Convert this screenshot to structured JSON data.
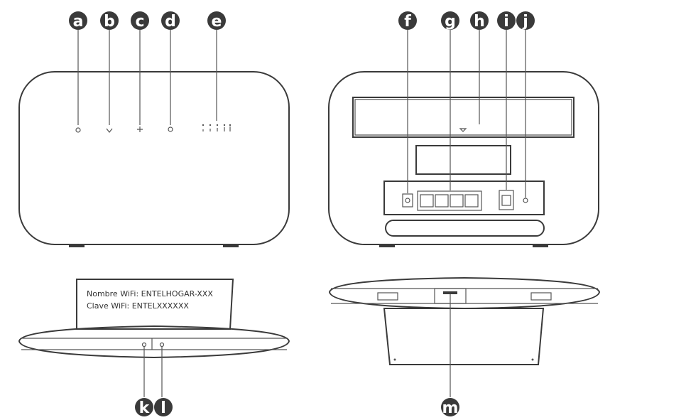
{
  "callouts": {
    "a": "a",
    "b": "b",
    "c": "c",
    "d": "d",
    "e": "e",
    "f": "f",
    "g": "g",
    "h": "h",
    "i": "i",
    "j": "j",
    "k": "k",
    "l": "l",
    "m": "m"
  },
  "wifi_label": {
    "name_line": "Nombre WiFi: ENTELHOGAR-XXX",
    "key_line": "Clave WiFi: ENTELXXXXXX"
  }
}
